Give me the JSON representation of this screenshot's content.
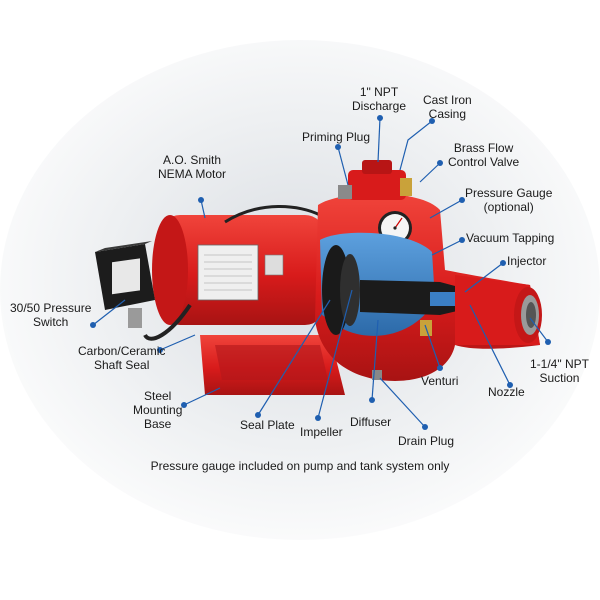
{
  "colors": {
    "pump_red": "#e3201f",
    "pump_dark_red": "#9c1111",
    "casing_blue": "#3b7fc4",
    "callout_blue": "#1f5fb0",
    "brass": "#c9a23a",
    "switch_black": "#1c1c1c"
  },
  "labels": {
    "npt_discharge": "1\" NPT\nDischarge",
    "cast_iron_casing": "Cast Iron\nCasing",
    "priming_plug": "Priming Plug",
    "brass_flow_control_valve": "Brass Flow\nControl Valve",
    "nema_motor": "A.O. Smith\nNEMA Motor",
    "pressure_gauge": "Pressure Gauge\n(optional)",
    "vacuum_tapping": "Vacuum Tapping",
    "injector": "Injector",
    "pressure_switch": "30/50 Pressure\nSwitch",
    "shaft_seal": "Carbon/Ceramic\nShaft Seal",
    "suction": "1-1/4\" NPT\nSuction",
    "nozzle": "Nozzle",
    "mounting_base": "Steel\nMounting\nBase",
    "venturi": "Venturi",
    "seal_plate": "Seal Plate",
    "impeller": "Impeller",
    "diffuser": "Diffuser",
    "drain_plug": "Drain Plug"
  },
  "caption": "Pressure gauge included on pump and tank system only",
  "icons": {
    "callout_marker": "teardrop-pin-icon"
  }
}
